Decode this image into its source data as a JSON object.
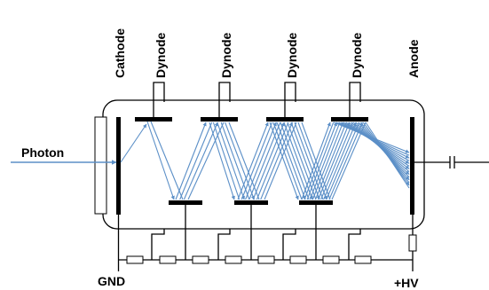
{
  "labels": {
    "cathode": "Cathode",
    "dynode": "Dynode",
    "anode": "Anode",
    "photon": "Photon",
    "gnd": "GND",
    "hv": "+HV"
  },
  "dynode_count": 7,
  "colors": {
    "electron_beam": "#5b8fc7",
    "photon_arrow": "#5b8fc7",
    "lines": "#000000"
  }
}
